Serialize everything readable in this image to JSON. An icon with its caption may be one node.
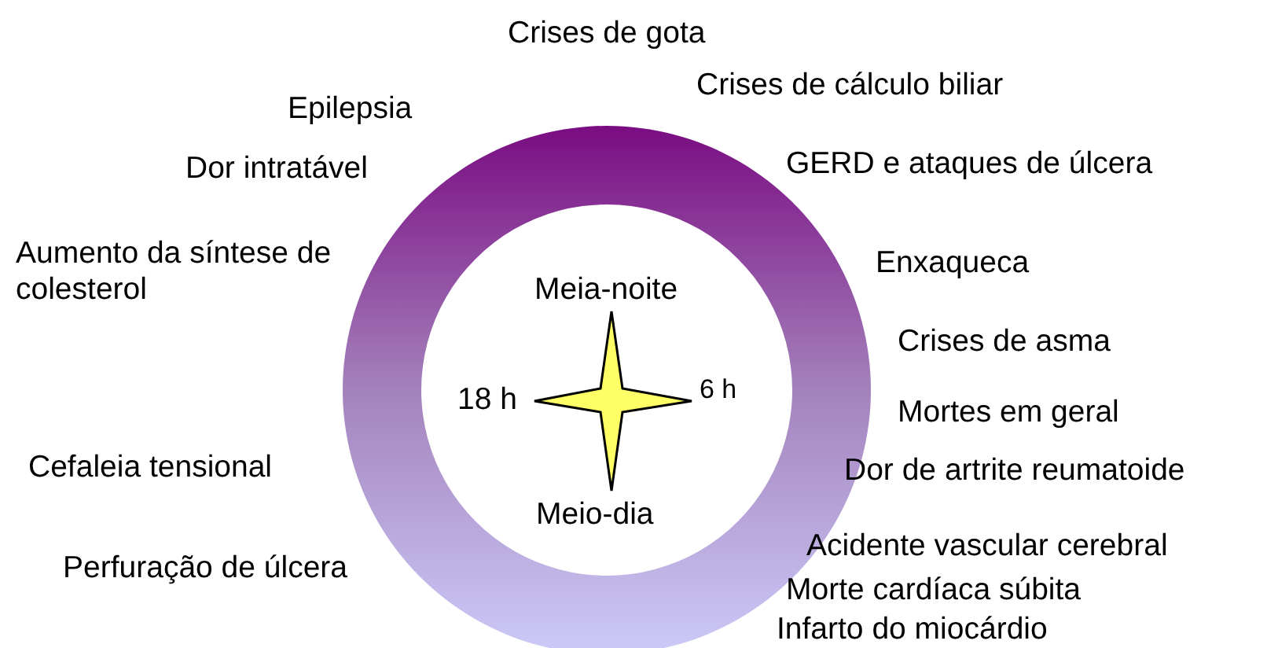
{
  "diagram": {
    "labels": [
      "Crises de gota",
      "Crises de cálculo biliar",
      "Epilepsia",
      "GERD e ataques de úlcera",
      "Dor intratável",
      "Aumento da síntese de colesterol",
      "Enxaqueca",
      "Meia-noite",
      "Crises de asma",
      "18 h",
      "6 h",
      "Mortes em geral",
      "Cefaleia tensional",
      "Dor de artrite reumatoide",
      "Meio-dia",
      "Perfuração de úlcera",
      "Acidente vascular cerebral",
      "Morte cardíaca súbita",
      "Infarto do miocárdio"
    ]
  }
}
